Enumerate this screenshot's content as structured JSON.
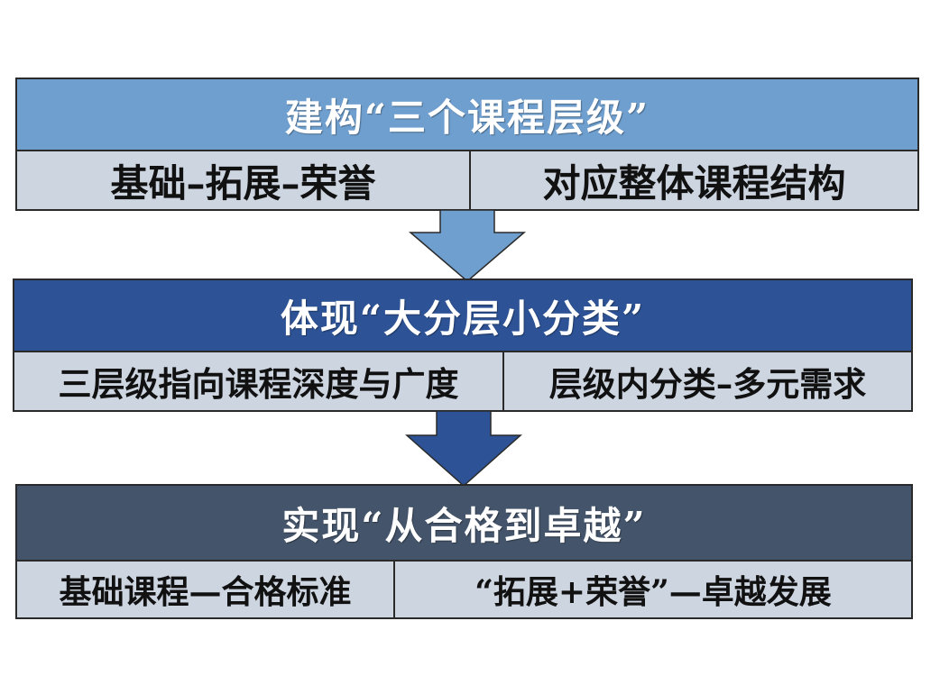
{
  "tiers": [
    {
      "title": "建构“三个课程层级”",
      "color": "#6f9fcf",
      "left_text": "基础–拓展–荣誉",
      "right_text": "对应整体课程结构"
    },
    {
      "title": "体现“大分层小分类”",
      "color": "#2d5396",
      "left_text": "三层级指向课程深度与广度",
      "right_text": "层级内分类–多元需求"
    },
    {
      "title": "实现“从合格到卓越”",
      "color": "#44546a",
      "left_text": "基础课程—合格标准",
      "right_text": "“拓展+荣誉”—卓越发展"
    }
  ],
  "arrows": [
    {
      "color": "#6f9fcf"
    },
    {
      "color": "#2d5396"
    }
  ],
  "cell_bg": "#cdd5e1"
}
